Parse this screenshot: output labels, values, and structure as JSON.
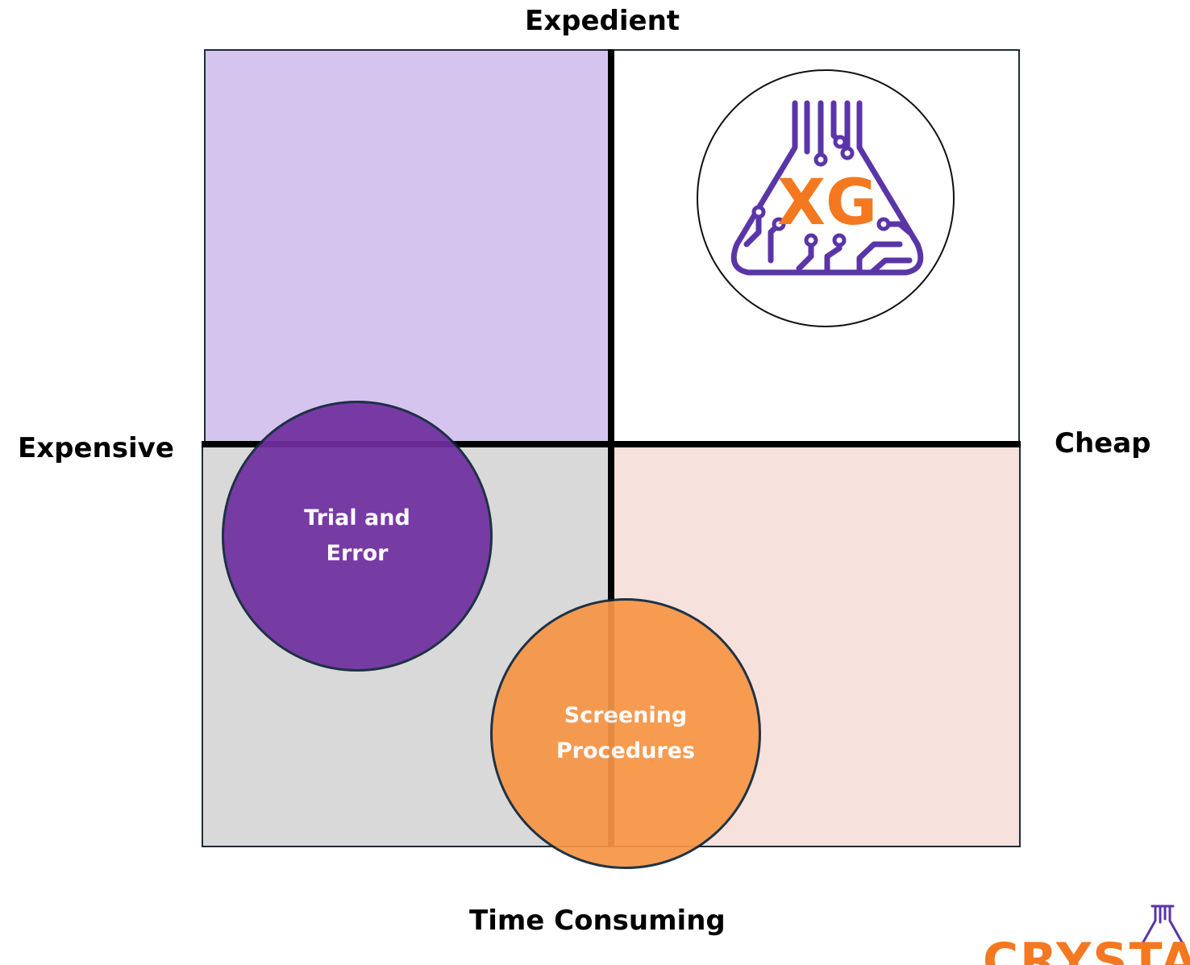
{
  "axes": {
    "top": "Expedient",
    "left": "Expensive",
    "right": "Cheap",
    "bottom": "Time Consuming"
  },
  "quadrants": {
    "top_left": {
      "fill": "#d5c5ee"
    },
    "top_right": {
      "fill": "#ffffff"
    },
    "bottom_left": {
      "fill": "#d9d9d9"
    },
    "bottom_right": {
      "fill": "#f6e1dc"
    }
  },
  "bubbles": [
    {
      "id": "trial",
      "lines": [
        "Trial and",
        "Error"
      ],
      "fill": "#7030a0"
    },
    {
      "id": "screening",
      "lines": [
        "Screening",
        "Procedures"
      ],
      "fill": "#f79646"
    }
  ],
  "logo": {
    "text": "XG",
    "flask_color": "#5a35a8",
    "text_color": "#f47820",
    "brand_text": "CRYSTAL-XG"
  }
}
